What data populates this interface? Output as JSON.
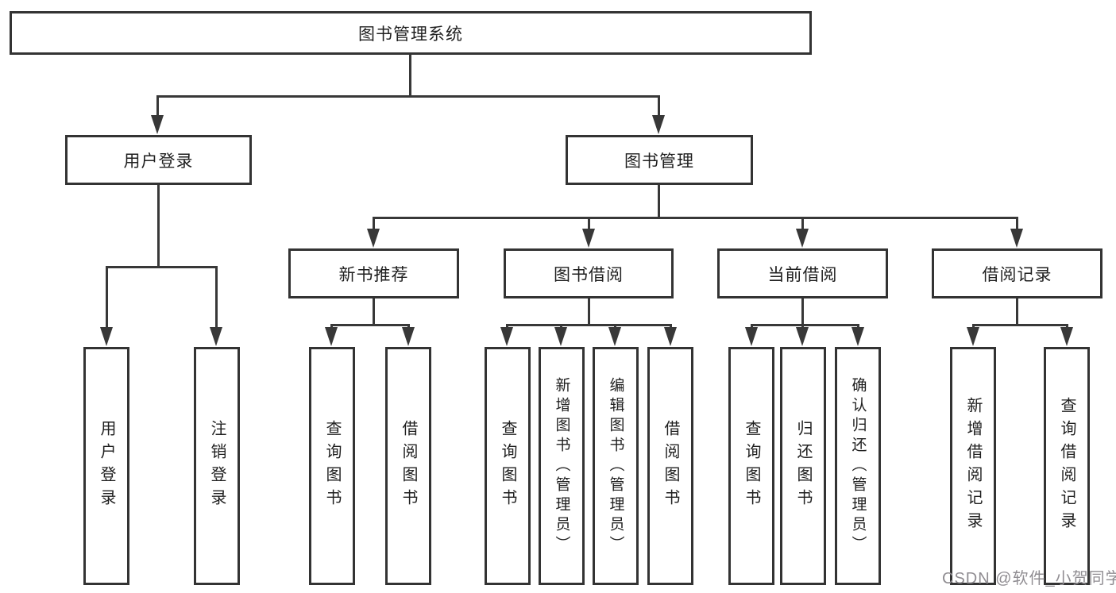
{
  "tree": {
    "label": "图书管理系统",
    "children": [
      {
        "label": "用户登录",
        "children": [
          {
            "label": "用户登录"
          },
          {
            "label": "注销登录"
          }
        ]
      },
      {
        "label": "图书管理",
        "children": [
          {
            "label": "新书推荐",
            "children": [
              {
                "label": "查询图书"
              },
              {
                "label": "借阅图书"
              }
            ]
          },
          {
            "label": "图书借阅",
            "children": [
              {
                "label": "查询图书"
              },
              {
                "label": "新增图书（管理员）"
              },
              {
                "label": "编辑图书（管理员）"
              },
              {
                "label": "借阅图书"
              }
            ]
          },
          {
            "label": "当前借阅",
            "children": [
              {
                "label": "查询图书"
              },
              {
                "label": "归还图书"
              },
              {
                "label": "确认归还（管理员）"
              }
            ]
          },
          {
            "label": "借阅记录",
            "children": [
              {
                "label": "新增借阅记录"
              },
              {
                "label": "查询借阅记录"
              }
            ]
          }
        ]
      }
    ]
  },
  "watermark": "CSDN @软件_小贺同学",
  "colors": {
    "line": "#383838",
    "box_border": "#333333",
    "text": "#1f1f1f",
    "background": "#ffffff",
    "watermark": "#908d92"
  }
}
